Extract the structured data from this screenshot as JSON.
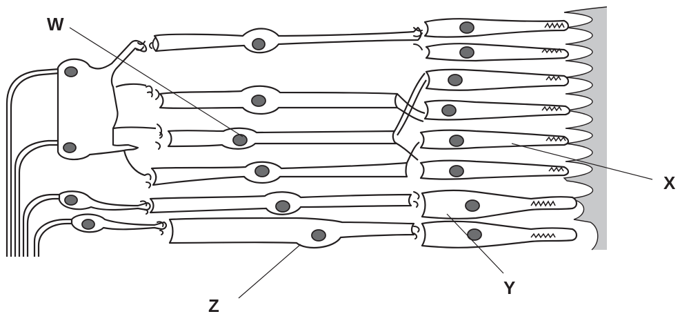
{
  "diagram": {
    "labels": {
      "w": "W",
      "x": "X",
      "y": "Y",
      "z": "Z"
    },
    "colors": {
      "outline": "#231f20",
      "nucleus": "#6d6e70",
      "epithelium": "#c8c9cb",
      "background": "#ffffff"
    }
  }
}
